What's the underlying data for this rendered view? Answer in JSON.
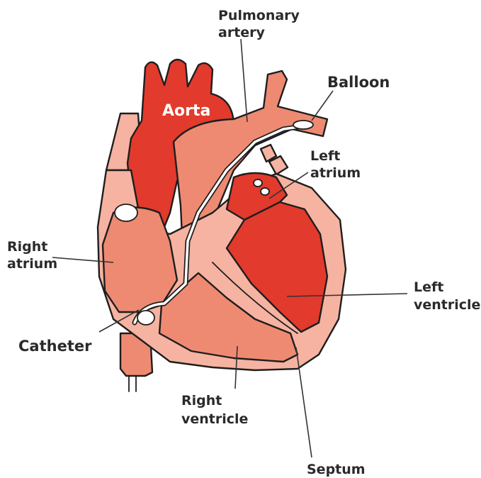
{
  "labels": {
    "pulmonary_artery_1": "Pulmonary",
    "pulmonary_artery_2": "artery",
    "balloon": "Balloon",
    "left_atrium_1": "Left",
    "left_atrium_2": "atrium",
    "aorta": "Aorta",
    "right_atrium_1": "Right",
    "right_atrium_2": "atrium",
    "left_ventricle_1": "Left",
    "left_ventricle_2": "ventricle",
    "catheter": "Catheter",
    "right_ventricle_1": "Right",
    "right_ventricle_2": "ventricle",
    "septum": "Septum"
  },
  "colors": {
    "deep_red": "#e23a2c",
    "pink": "#ef8a72",
    "light_pink": "#f6b3a1",
    "outline": "#1e1e1e",
    "label": "#2a2a2a"
  }
}
